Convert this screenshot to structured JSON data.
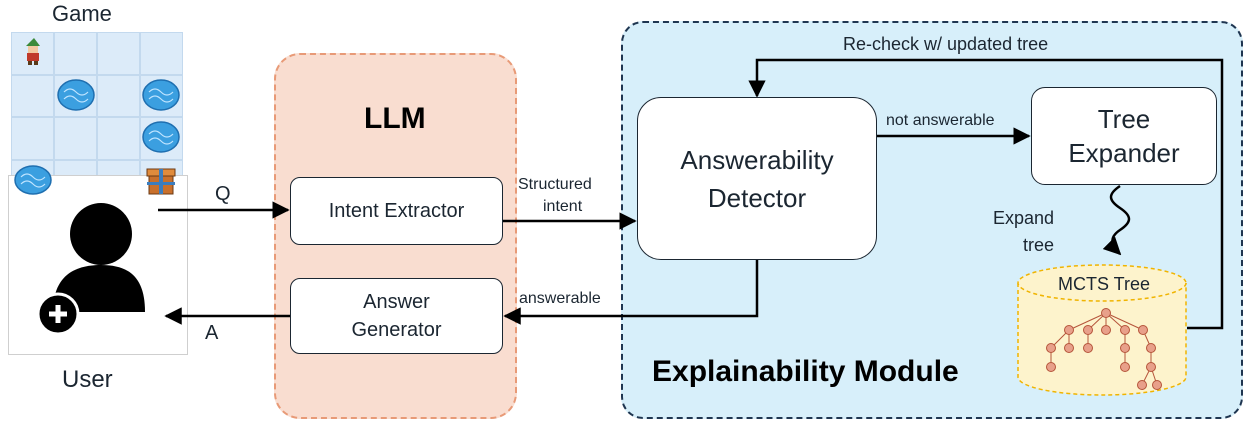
{
  "game": {
    "title": "Game"
  },
  "user": {
    "title": "User"
  },
  "llm": {
    "title": "LLM",
    "intent_extractor": "Intent Extractor",
    "answer_generator_line1": "Answer",
    "answer_generator_line2": "Generator"
  },
  "module": {
    "title": "Explainability Module",
    "detector_line1": "Answerability",
    "detector_line2": "Detector",
    "expander_line1": "Tree",
    "expander_line2": "Expander",
    "tree_title": "MCTS Tree"
  },
  "edges": {
    "q": "Q",
    "a": "A",
    "structured_line1": "Structured",
    "structured_line2": "intent",
    "answerable": "answerable",
    "not_answerable": "not answerable",
    "expand_line1": "Expand",
    "expand_line2": "tree",
    "recheck": "Re-check w/ updated tree"
  },
  "colors": {
    "llm_fill": "#f9ddd0",
    "llm_border": "#e89a77",
    "module_fill": "#d7effa",
    "module_border": "#1e3550",
    "cylinder_fill": "#fdf3cc",
    "cylinder_border": "#f0b400",
    "tree_node": "#e8a08a",
    "tile": "#dcebf9",
    "ice": "#3b9fe0"
  }
}
